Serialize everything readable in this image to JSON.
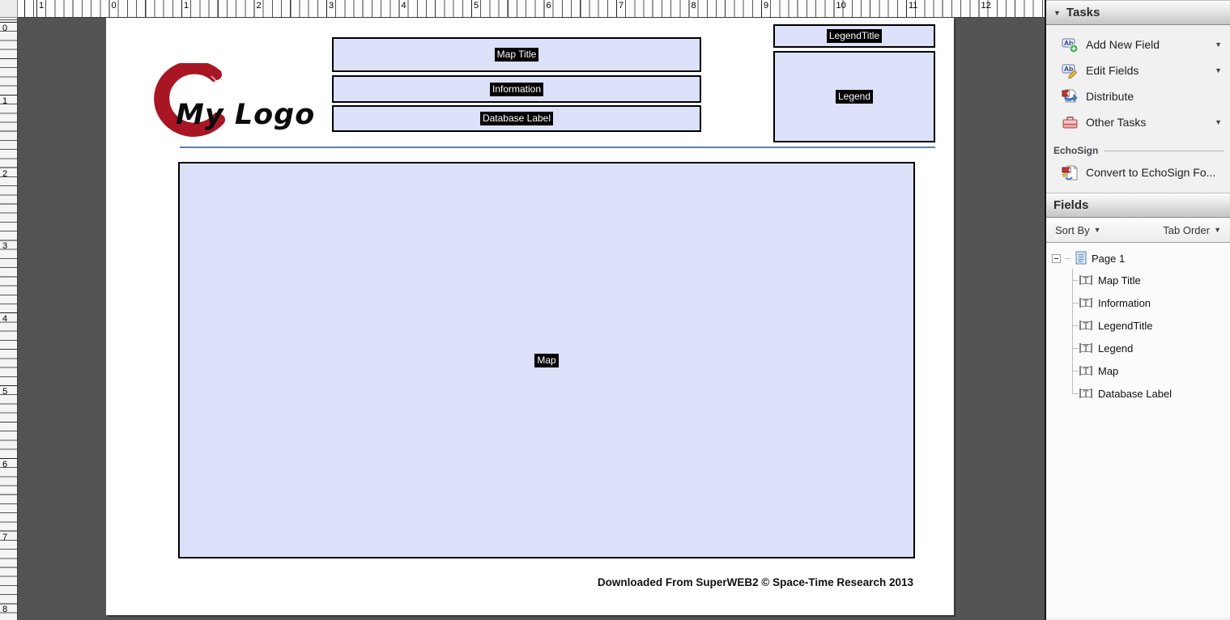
{
  "rulers": {
    "horizontal_numbers": [
      "1",
      "0",
      "1",
      "2",
      "3",
      "4",
      "5",
      "6",
      "7",
      "8",
      "9",
      "10",
      "11",
      "12"
    ],
    "vertical_numbers": [
      "0",
      "1",
      "2",
      "3",
      "4",
      "5",
      "6",
      "7",
      "8"
    ]
  },
  "page": {
    "logo_text": "My Logo",
    "fields": {
      "map_title": "Map Title",
      "information": "Information",
      "database_label": "Database Label",
      "legend_title": "LegendTitle",
      "legend": "Legend",
      "map": "Map"
    },
    "footer": "Downloaded From SuperWEB2 © Space-Time Research 2013"
  },
  "panel": {
    "tasks": {
      "title": "Tasks",
      "items": [
        {
          "label": "Add New Field",
          "icon": "add-new-field-icon",
          "has_dropdown": true
        },
        {
          "label": "Edit Fields",
          "icon": "edit-fields-icon",
          "has_dropdown": true
        },
        {
          "label": "Distribute",
          "icon": "distribute-icon",
          "has_dropdown": false
        },
        {
          "label": "Other Tasks",
          "icon": "other-tasks-icon",
          "has_dropdown": true
        }
      ],
      "echosign_label": "EchoSign",
      "convert_label": "Convert to EchoSign Fo..."
    },
    "fields_panel": {
      "title": "Fields",
      "sort_by_label": "Sort By",
      "tab_order_label": "Tab Order",
      "tree": {
        "root": "Page 1",
        "items": [
          "Map Title",
          "Information",
          "LegendTitle",
          "Legend",
          "Map",
          "Database Label"
        ]
      }
    }
  },
  "colors": {
    "field_fill": "#dce1f9",
    "field_border": "#000000",
    "canvas_bg": "#535353",
    "logo_red": "#a81623",
    "header_line_blue": "#5d81ad",
    "tag_bg": "#000000",
    "tag_text": "#ffffff"
  }
}
